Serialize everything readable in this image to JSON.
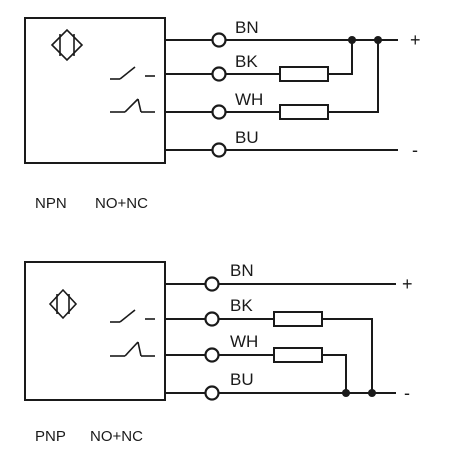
{
  "diagrams": [
    {
      "caption_type": "NPN",
      "caption_mode": "NO+NC",
      "wires": [
        "BN",
        "BK",
        "WH",
        "BU"
      ],
      "positive_sign": "+",
      "negative_sign": "-"
    },
    {
      "caption_type": "PNP",
      "caption_mode": "NO+NC",
      "wires": [
        "BN",
        "BK",
        "WH",
        "BU"
      ],
      "positive_sign": "+",
      "negative_sign": "-"
    }
  ]
}
